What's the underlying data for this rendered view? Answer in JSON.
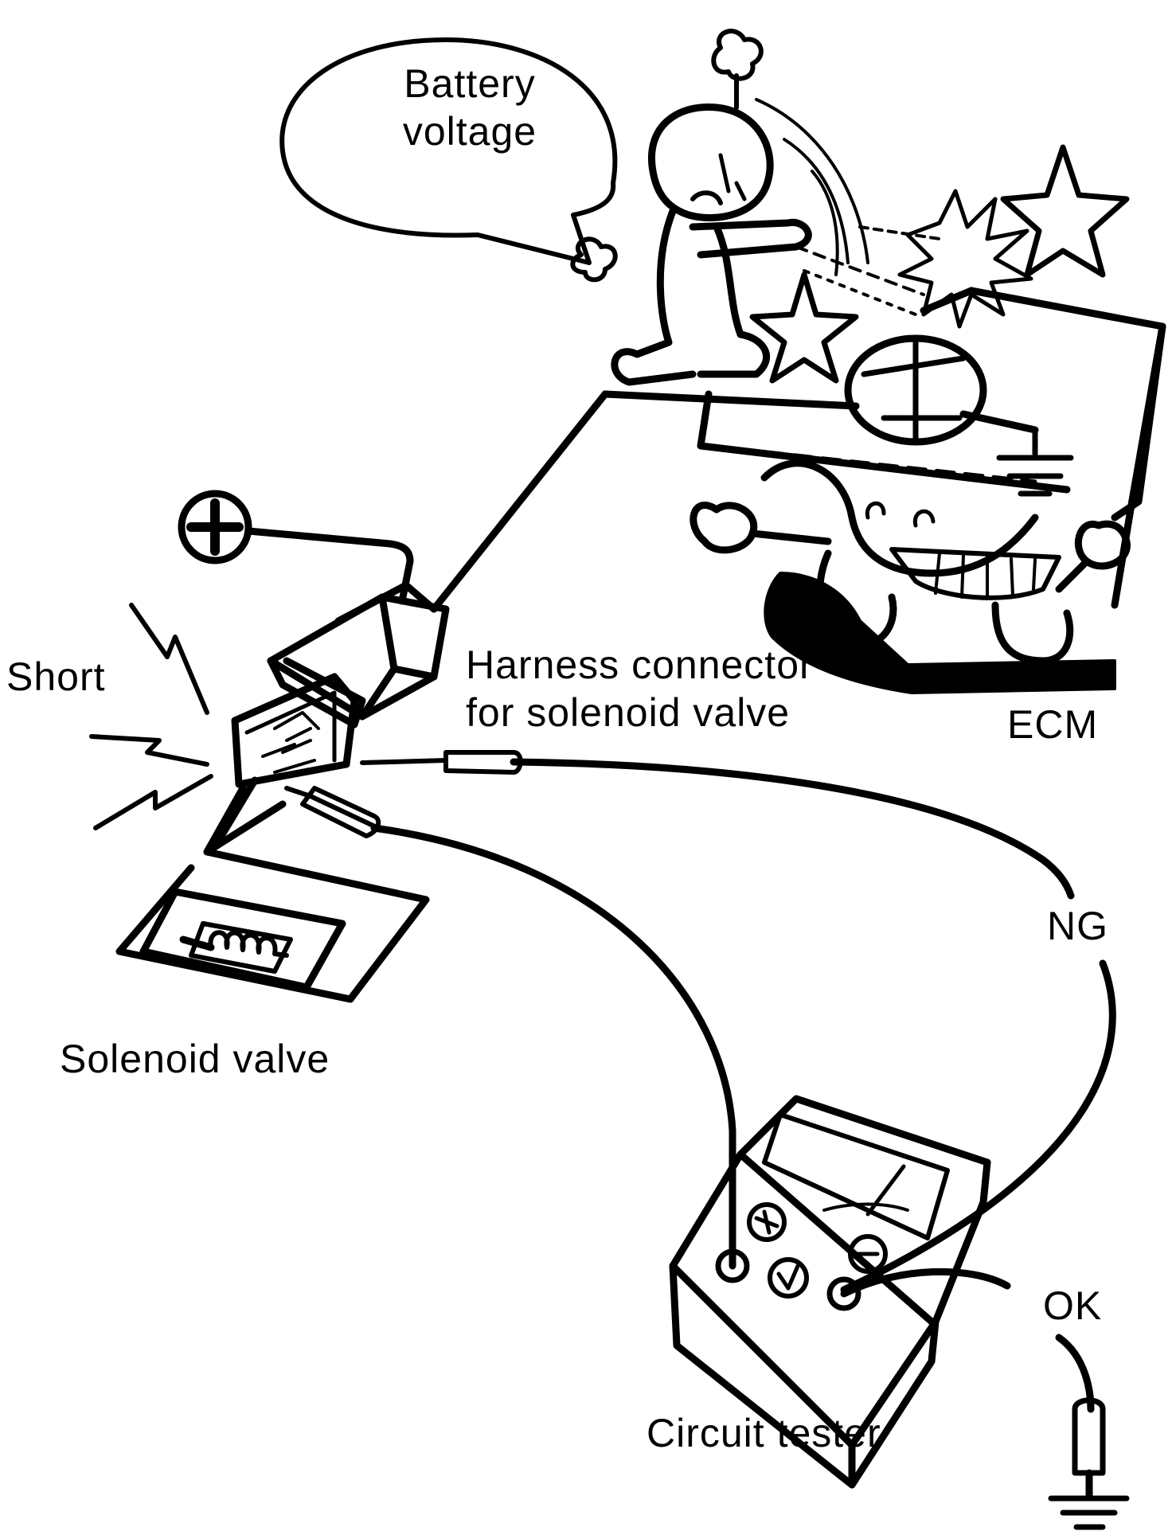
{
  "labels": {
    "bubble_line1": "Battery",
    "bubble_line2": "voltage",
    "short": "Short",
    "harness_line1": "Harness connector",
    "harness_line2": "for solenoid valve",
    "ecm": "ECM",
    "solenoid": "Solenoid valve",
    "ng": "NG",
    "ok": "OK",
    "tester": "Circuit tester"
  },
  "colors": {
    "ink": "#000000",
    "paper": "#ffffff"
  },
  "icons": [
    "plus-terminal-icon",
    "ground-icon",
    "star-icon",
    "lightning-icon",
    "solenoid-coil-icon"
  ]
}
